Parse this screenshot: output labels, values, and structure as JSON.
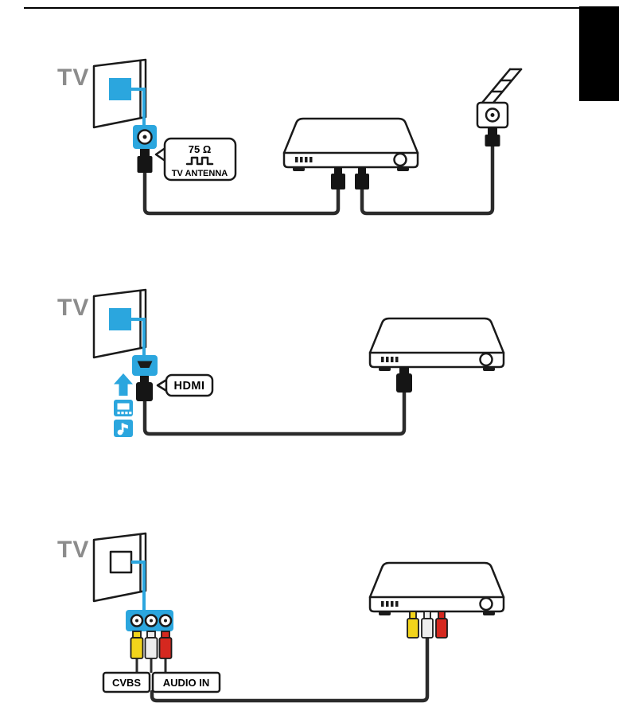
{
  "colors": {
    "accent_blue": "#2BA6DE",
    "line": "#1a1a1a",
    "cable": "#2b2b2b",
    "plug_dark": "#151515",
    "plug_yellow": "#F2D41B",
    "plug_white": "#EDEDED",
    "plug_red": "#D5281F",
    "tv_gray": "#8C8C8C",
    "tab_black": "#000000"
  },
  "diagram_antenna": {
    "tv_label": "TV",
    "callout_impedance": "75 Ω",
    "callout_label": "TV ANTENNA"
  },
  "diagram_hdmi": {
    "tv_label": "TV",
    "callout_label": "HDMI"
  },
  "diagram_composite": {
    "tv_label": "TV",
    "callout_video": "CVBS",
    "callout_audio": "AUDIO IN"
  }
}
